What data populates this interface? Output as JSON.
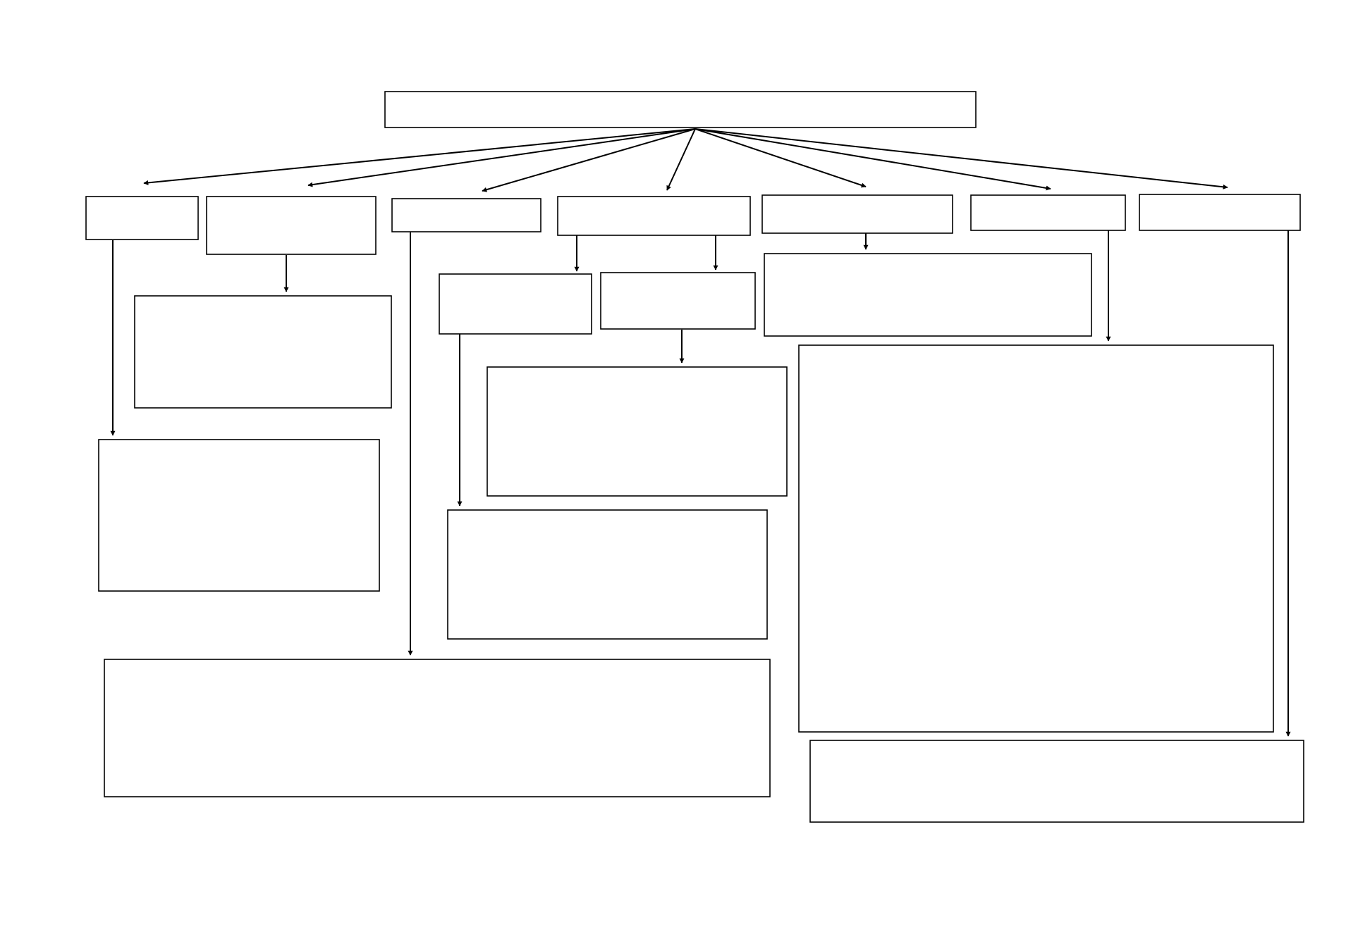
{
  "diagram": {
    "type": "flowchart",
    "colors": {
      "stroke": "#000000",
      "fill": "#ffffff",
      "background": "#ffffff"
    },
    "nodes": [
      {
        "id": "root",
        "label": ""
      },
      {
        "id": "branch-1",
        "label": ""
      },
      {
        "id": "branch-2",
        "label": ""
      },
      {
        "id": "branch-3",
        "label": ""
      },
      {
        "id": "branch-4",
        "label": ""
      },
      {
        "id": "branch-5",
        "label": ""
      },
      {
        "id": "branch-6",
        "label": ""
      },
      {
        "id": "branch-7",
        "label": ""
      },
      {
        "id": "branch-2-detail",
        "label": ""
      },
      {
        "id": "branch-1-detail",
        "label": ""
      },
      {
        "id": "branch-4-sub-a",
        "label": ""
      },
      {
        "id": "branch-4-sub-b",
        "label": ""
      },
      {
        "id": "branch-5-detail",
        "label": ""
      },
      {
        "id": "branch-4-sub-b-detail",
        "label": ""
      },
      {
        "id": "branch-4-sub-a-detail",
        "label": ""
      },
      {
        "id": "branch-3-detail",
        "label": ""
      },
      {
        "id": "branch-6-detail",
        "label": ""
      },
      {
        "id": "branch-7-detail",
        "label": ""
      }
    ],
    "edges": [
      {
        "from": "root",
        "to": "branch-1"
      },
      {
        "from": "root",
        "to": "branch-2"
      },
      {
        "from": "root",
        "to": "branch-3"
      },
      {
        "from": "root",
        "to": "branch-4"
      },
      {
        "from": "root",
        "to": "branch-5"
      },
      {
        "from": "root",
        "to": "branch-6"
      },
      {
        "from": "root",
        "to": "branch-7"
      },
      {
        "from": "branch-1",
        "to": "branch-1-detail"
      },
      {
        "from": "branch-2",
        "to": "branch-2-detail"
      },
      {
        "from": "branch-3",
        "to": "branch-3-detail"
      },
      {
        "from": "branch-4",
        "to": "branch-4-sub-a"
      },
      {
        "from": "branch-4",
        "to": "branch-4-sub-b"
      },
      {
        "from": "branch-4-sub-a",
        "to": "branch-4-sub-a-detail"
      },
      {
        "from": "branch-4-sub-b",
        "to": "branch-4-sub-b-detail"
      },
      {
        "from": "branch-5",
        "to": "branch-5-detail"
      },
      {
        "from": "branch-6",
        "to": "branch-6-detail"
      },
      {
        "from": "branch-7",
        "to": "branch-7-detail"
      }
    ]
  }
}
